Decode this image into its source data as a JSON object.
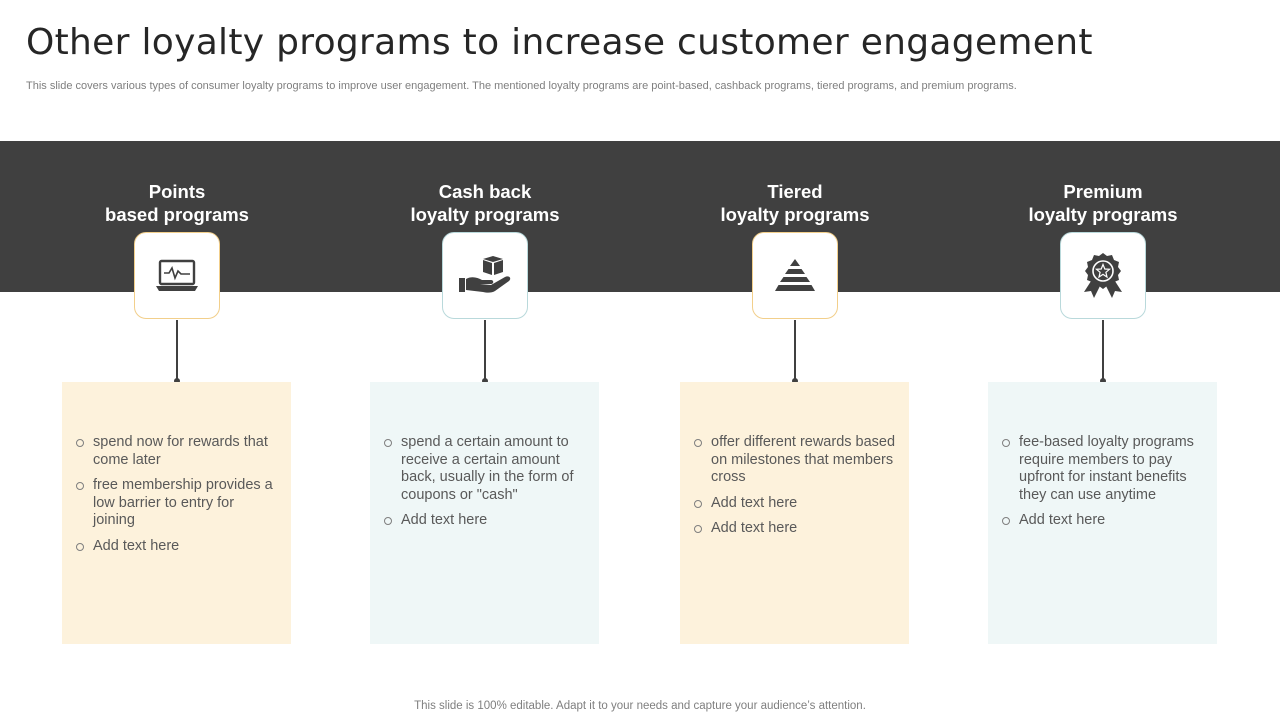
{
  "slide": {
    "title": "Other loyalty programs to increase customer engagement",
    "subtitle": "This slide covers various types of consumer loyalty programs to improve user engagement. The mentioned loyalty programs are point-based, cashback programs, tiered programs, and premium programs.",
    "footer": "This slide is 100% editable. Adapt it to your needs and capture your audience’s attention."
  },
  "colors": {
    "band": "#404040",
    "card_warm": "#fdf2dc",
    "card_cool": "#eff7f7",
    "border_warm": "#f2cf8b",
    "border_cool": "#b9d9db"
  },
  "programs": [
    {
      "title_line1": "Points",
      "title_line2": "based programs",
      "icon": "laptop-pulse-icon",
      "bullets": [
        "spend now for rewards that come later",
        "free membership provides a low barrier to entry for joining",
        "Add text here"
      ]
    },
    {
      "title_line1": "Cash back",
      "title_line2": "loyalty programs",
      "icon": "hand-box-icon",
      "bullets": [
        "spend a certain amount to receive a certain amount back, usually in the form of coupons or \"cash\"",
        "Add text here"
      ]
    },
    {
      "title_line1": "Tiered",
      "title_line2": "loyalty programs",
      "icon": "pyramid-icon",
      "bullets": [
        "offer different rewards based on milestones that members cross",
        "Add text here",
        "Add text here"
      ]
    },
    {
      "title_line1": "Premium",
      "title_line2": "loyalty programs",
      "icon": "award-ribbon-icon",
      "bullets": [
        "fee-based loyalty programs require members to pay upfront for instant benefits they can use anytime",
        "Add text here"
      ]
    }
  ]
}
